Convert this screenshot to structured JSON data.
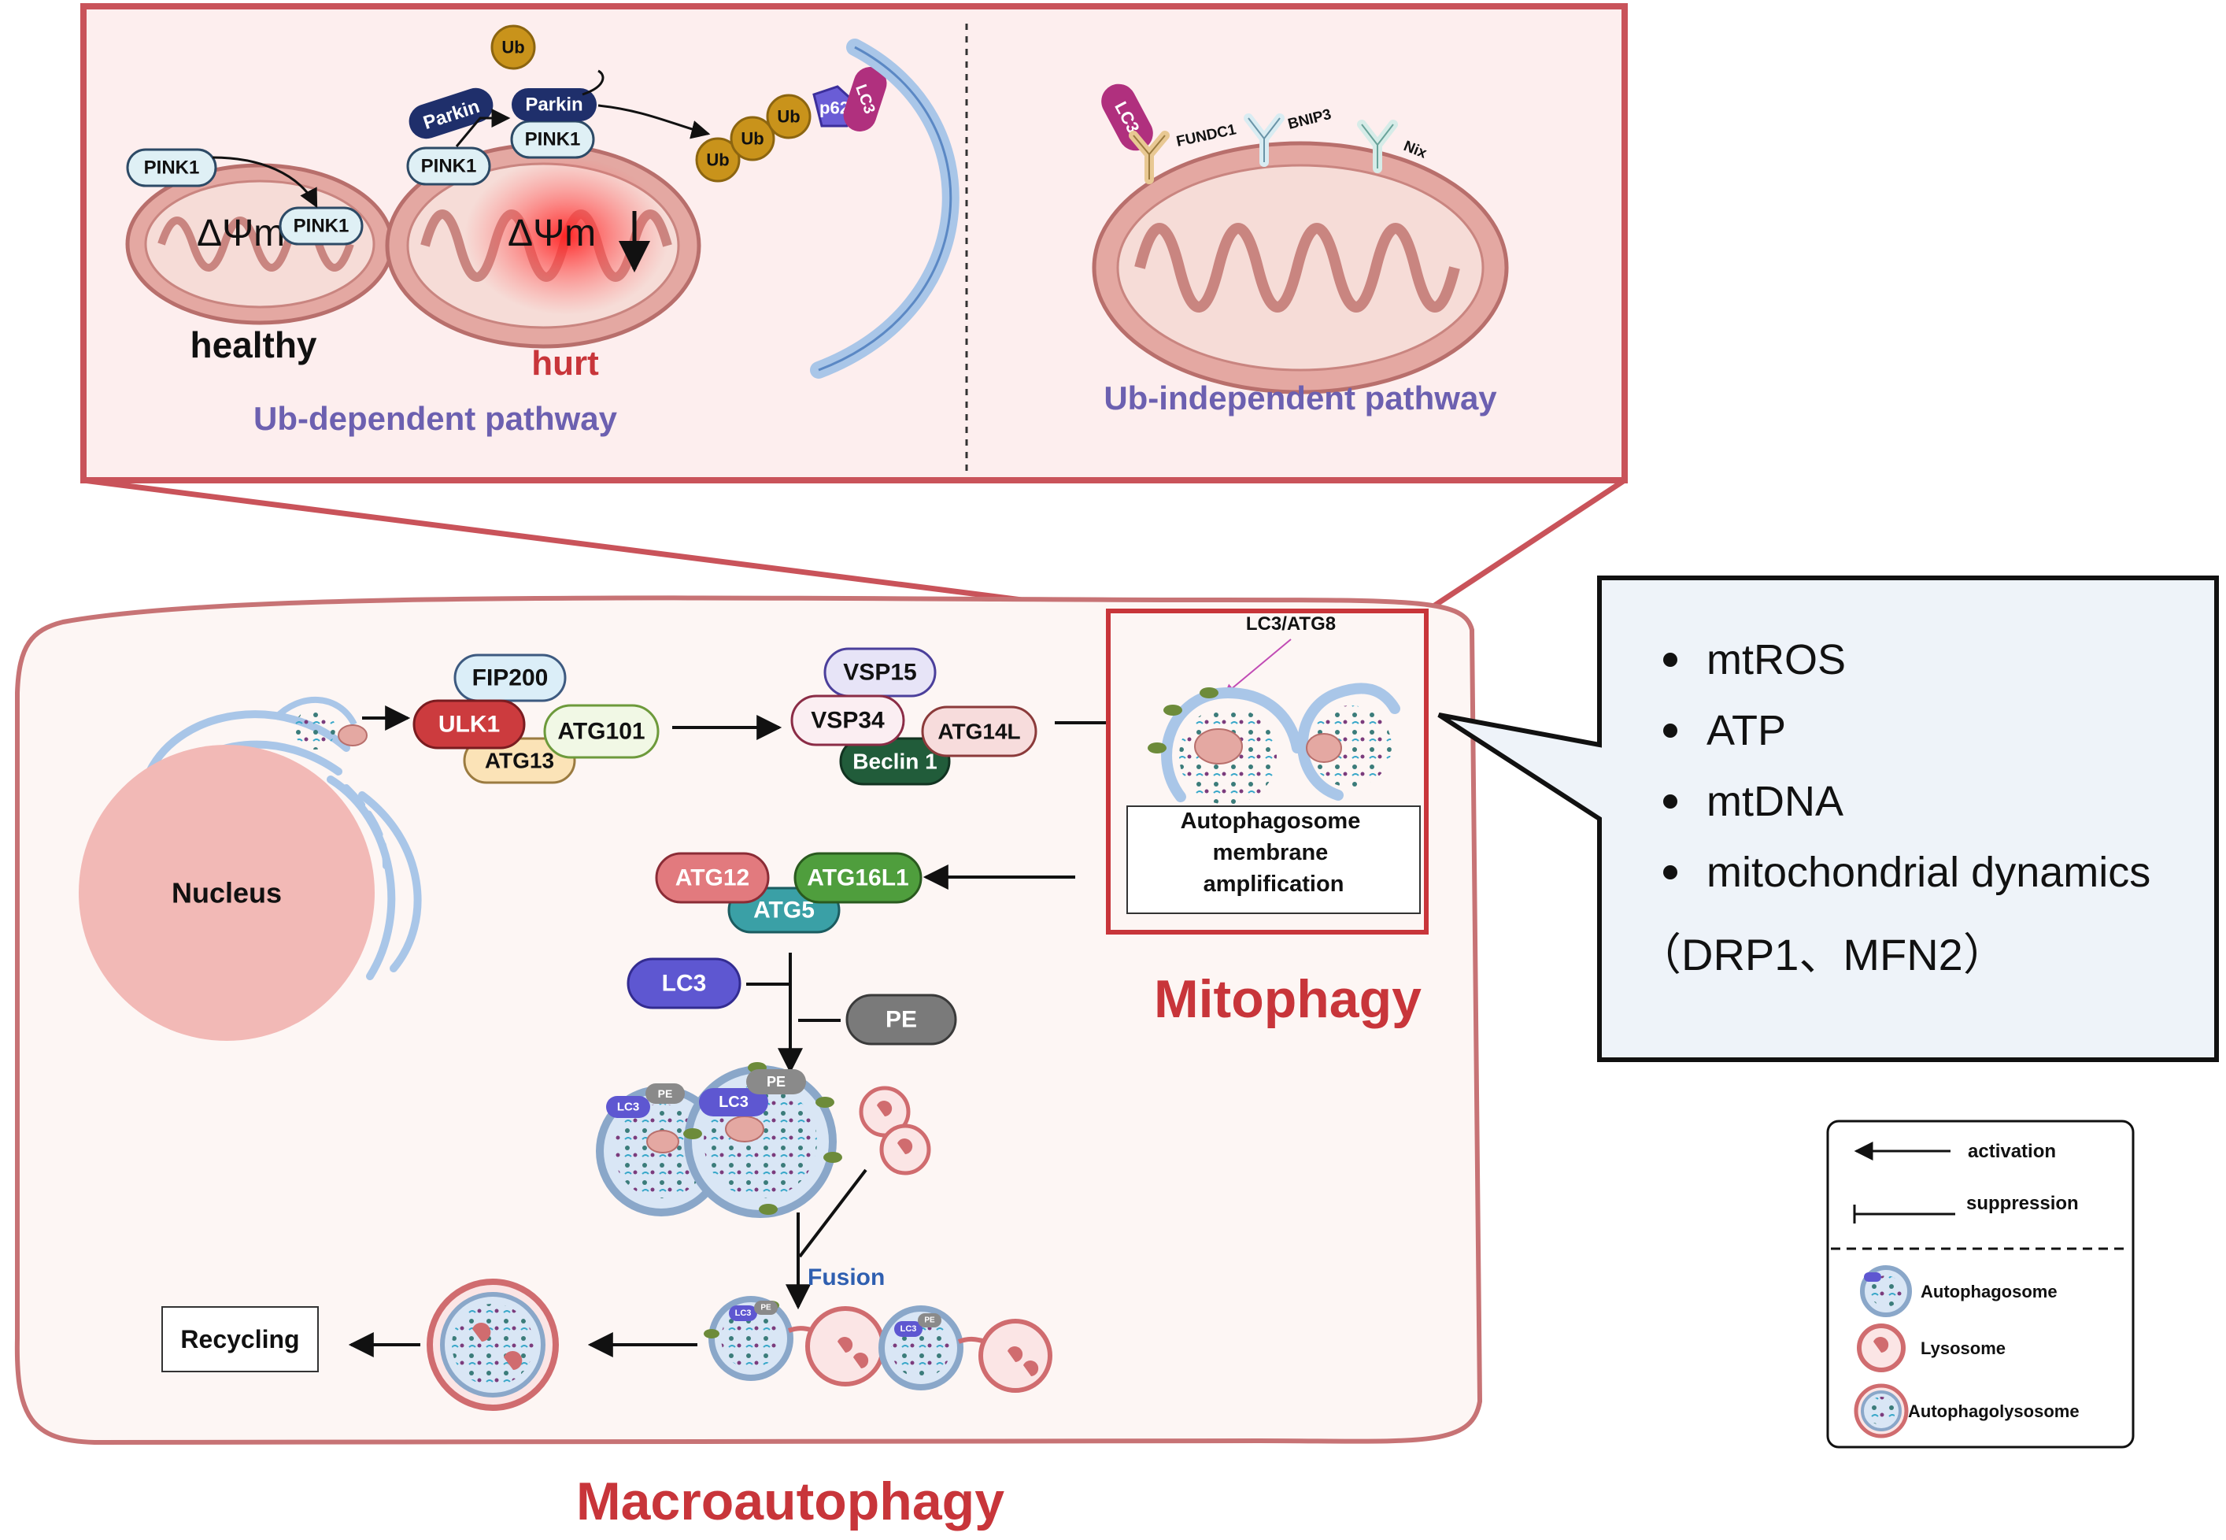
{
  "colors": {
    "panel_border": "#c9535a",
    "panel_fill": "#fdeeee",
    "cell_border": "#c77375",
    "cell_fill": "#fdf6f4",
    "accent_red": "#c8353a",
    "pathway_label": "#6c60b0",
    "mito_fill": "#e4a8a2",
    "mito_stroke": "#b86f6c",
    "membrane": "#a9c6e8",
    "fusion_label": "#2f5fb0",
    "info_box_fill": "#eef3f9"
  },
  "top_panel": {
    "ub_dependent": {
      "title": "Ub-dependent pathway",
      "healthy_label": "healthy",
      "hurt_label": "hurt",
      "potential_label": "ΔΨm",
      "pink1": "PINK1",
      "parkin": "Parkin",
      "ub": "Ub",
      "p62": "p62",
      "lc3": "LC3"
    },
    "ub_independent": {
      "title": "Ub-independent pathway",
      "lc3": "LC3",
      "fundc1": "FUNDC1",
      "bnip3": "BNIP3",
      "nix": "Nix"
    }
  },
  "cell": {
    "nucleus_label": "Nucleus",
    "ulk_complex": {
      "fip200": "FIP200",
      "ulk1": "ULK1",
      "atg101": "ATG101",
      "atg13": "ATG13"
    },
    "vps_complex": {
      "vsp15": "VSP15",
      "vsp34": "VSP34",
      "atg14l": "ATG14L",
      "beclin1": "Beclin 1"
    },
    "lc3_atg8_label": "LC3/ATG8",
    "membrane_box": "Autophagosome membrane amplification",
    "atg_complex": {
      "atg12": "ATG12",
      "atg16l1": "ATG16L1",
      "atg5": "ATG5"
    },
    "lc3": "LC3",
    "pe": "PE",
    "fusion_label": "Fusion",
    "recycling_label": "Recycling",
    "mitophagy_label": "Mitophagy",
    "macroautophagy_label": "Macroautophagy"
  },
  "info_box": {
    "items": [
      "mtROS",
      "ATP",
      "mtDNA",
      "mitochondrial dynamics"
    ],
    "note": "（DRP1、MFN2）"
  },
  "legend": {
    "activation": "activation",
    "suppression": "suppression",
    "autophagosome": "Autophagosome",
    "lysosome": "Lysosome",
    "autophagolysosome": "Autophagolysosome"
  }
}
